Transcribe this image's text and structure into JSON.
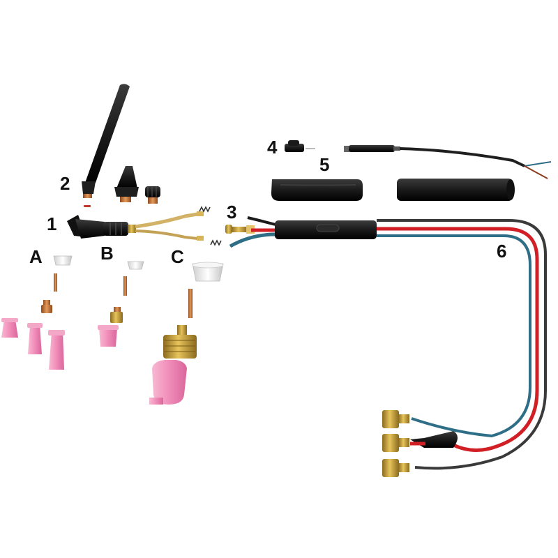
{
  "callouts": {
    "n1": "1",
    "n2": "2",
    "n3": "3",
    "n4": "4",
    "n5": "5",
    "n6": "6",
    "a": "A",
    "b": "B",
    "c": "C"
  },
  "colors": {
    "black_part": "#1d1d1d",
    "copper": "#c77a3c",
    "brass": "#c9a13a",
    "pink_cup": "#f08ab4",
    "red_hose": "#d21f26",
    "blue_hose": "#2e6e86",
    "gray_hose": "#3a3a3a",
    "white_insulator": "#eeeeee"
  }
}
